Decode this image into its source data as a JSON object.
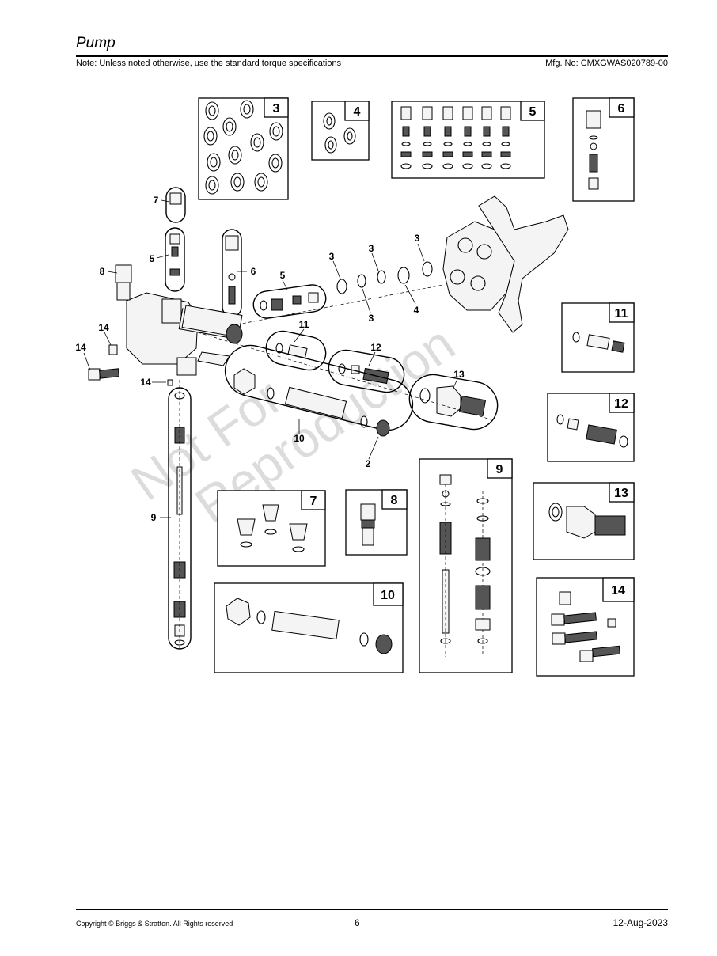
{
  "header": {
    "title": "Pump",
    "note": "Note: Unless noted otherwise, use the standard torque specifications",
    "mfg_no": "Mfg. No: CMXGWAS020789-00"
  },
  "watermark": {
    "line1": "Not For",
    "line2": "Reproduction"
  },
  "kit_boxes": [
    {
      "number": "3"
    },
    {
      "number": "4"
    },
    {
      "number": "5"
    },
    {
      "number": "6"
    },
    {
      "number": "11"
    },
    {
      "number": "12"
    },
    {
      "number": "13"
    },
    {
      "number": "7"
    },
    {
      "number": "8"
    },
    {
      "number": "9"
    },
    {
      "number": "10"
    },
    {
      "number": "14"
    }
  ],
  "callouts": [
    {
      "label": "7"
    },
    {
      "label": "5"
    },
    {
      "label": "8"
    },
    {
      "label": "6"
    },
    {
      "label": "5"
    },
    {
      "label": "3"
    },
    {
      "label": "3"
    },
    {
      "label": "3"
    },
    {
      "label": "3"
    },
    {
      "label": "4"
    },
    {
      "label": "11"
    },
    {
      "label": "12"
    },
    {
      "label": "13"
    },
    {
      "label": "14"
    },
    {
      "label": "14"
    },
    {
      "label": "14"
    },
    {
      "label": "10"
    },
    {
      "label": "2"
    },
    {
      "label": "9"
    }
  ],
  "footer": {
    "copyright": "Copyright ©  Briggs & Stratton. All Rights reserved",
    "page": "6",
    "date": "12-Aug-2023"
  }
}
